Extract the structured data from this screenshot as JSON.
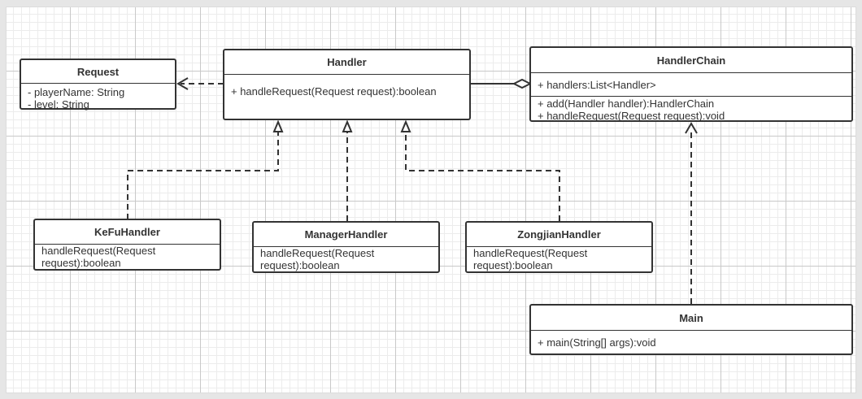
{
  "classes": {
    "request": {
      "name": "Request",
      "attributes": [
        "- playerName: String",
        "- level: String"
      ]
    },
    "handler": {
      "name": "Handler",
      "operations": [
        "+ handleRequest(Request request):boolean"
      ]
    },
    "chain": {
      "name": "HandlerChain",
      "attributes": [
        "+ handlers:List<Handler>"
      ],
      "operations": [
        "+ add(Handler handler):HandlerChain",
        "+ handleRequest(Request request):void"
      ]
    },
    "kefu": {
      "name": "KeFuHandler",
      "operations": [
        " handleRequest(Request",
        "request):boolean"
      ]
    },
    "manager": {
      "name": "ManagerHandler",
      "operations": [
        " handleRequest(Request",
        "request):boolean"
      ]
    },
    "zongjian": {
      "name": "ZongjianHandler",
      "operations": [
        " handleRequest(Request",
        "request):boolean"
      ]
    },
    "main": {
      "name": "Main",
      "operations": [
        "+ main(String[] args):void"
      ]
    }
  },
  "colors": {
    "stroke": "#333333",
    "grid": "#c9c9c9",
    "background": "#e6e6e6"
  }
}
